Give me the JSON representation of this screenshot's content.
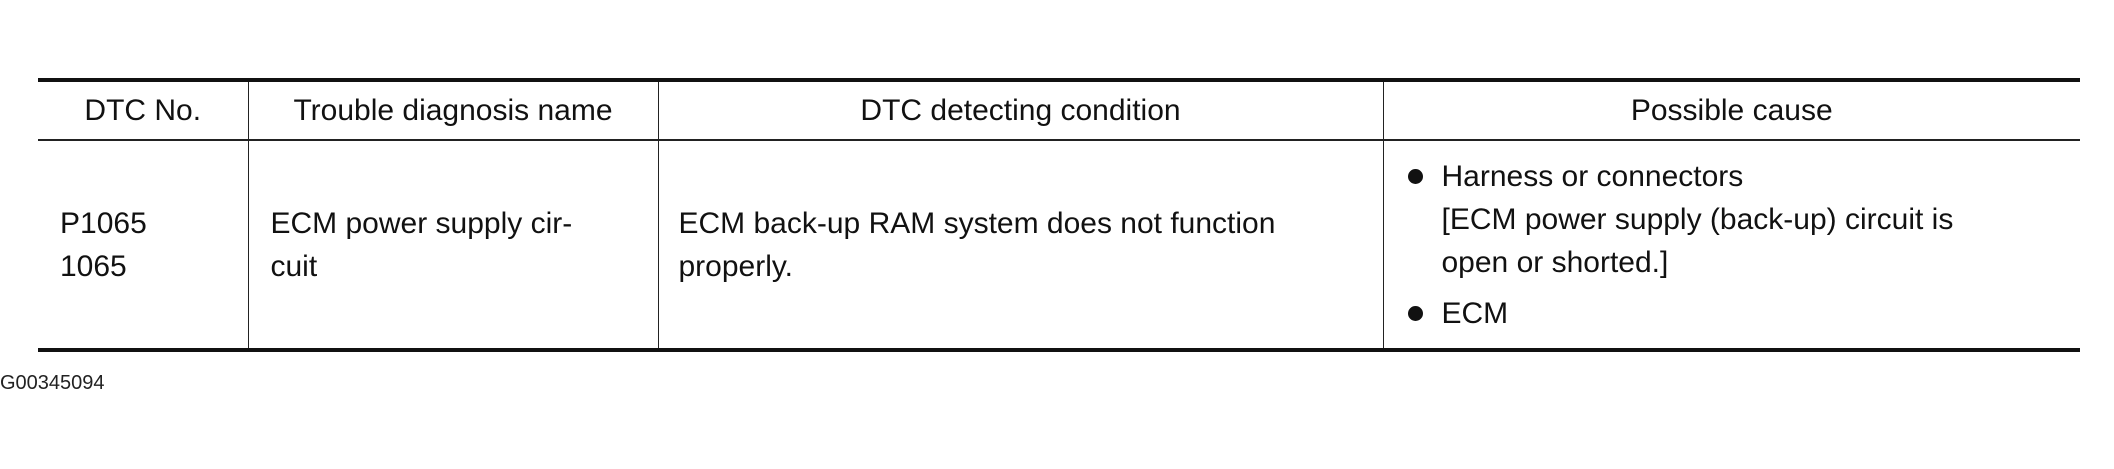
{
  "table": {
    "headers": {
      "dtc_no": "DTC No.",
      "name": "Trouble diagnosis name",
      "condition": "DTC detecting condition",
      "cause": "Possible cause"
    },
    "row": {
      "dtc_line1": "P1065",
      "dtc_line2": "1065",
      "name_line1": "ECM power supply cir-",
      "name_line2": "cuit",
      "condition_line1": "ECM back-up RAM system does not function",
      "condition_line2": "properly.",
      "cause_items": [
        {
          "label": "Harness or connectors",
          "detail_line1": "[ECM power supply (back-up) circuit is",
          "detail_line2": "open or shorted.]"
        },
        {
          "label": "ECM"
        }
      ]
    }
  },
  "figure_id": "G00345094"
}
